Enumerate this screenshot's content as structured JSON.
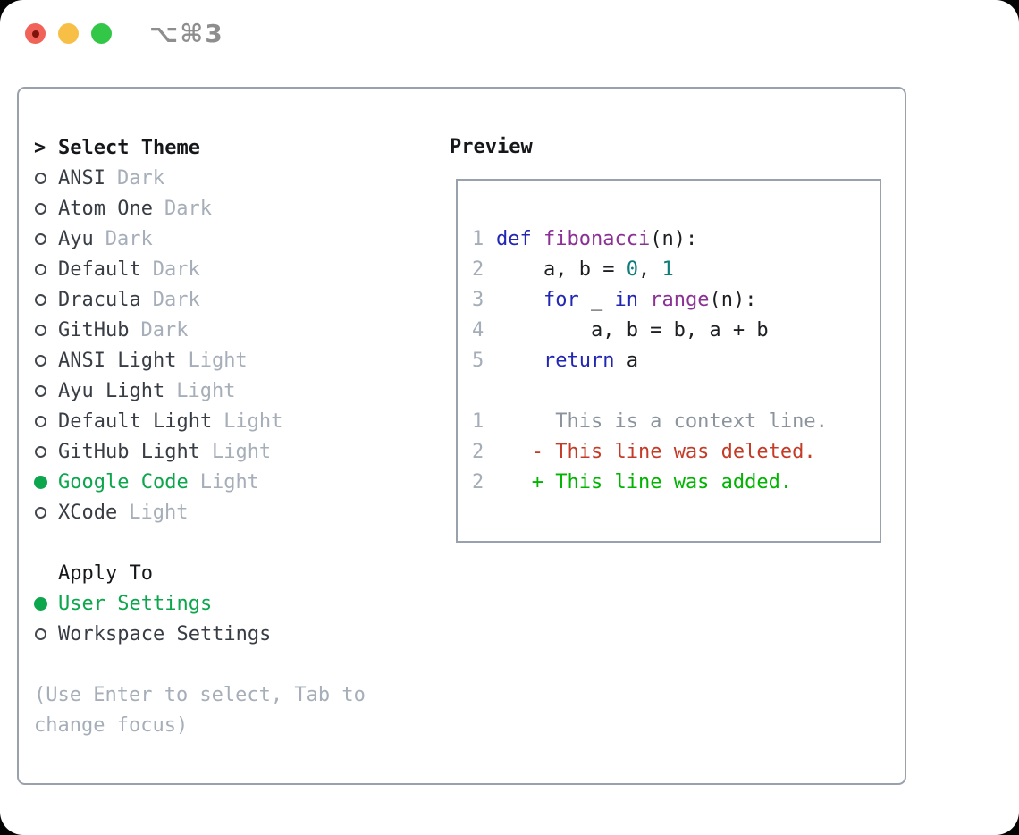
{
  "window": {
    "title": "⌥⌘3"
  },
  "palette": {
    "accent_green": "#0ca64c",
    "keyword_blue": "#2127b4",
    "function_purple": "#8b3094",
    "number_teal": "#0e7c7b",
    "muted_gray": "#a6aeb9",
    "context_gray": "#8b939d",
    "deleted_red": "#c43b28",
    "added_green": "#00b400",
    "text_dark": "#383d45",
    "heading_black": "#15171a",
    "border_gray": "#99a1ad",
    "line_number_gray": "#a4adb8",
    "traffic_red": "#f16359",
    "traffic_yellow": "#f7bf45",
    "traffic_green": "#33c748"
  },
  "theme_picker": {
    "prompt": ">",
    "header": "Select Theme",
    "items": [
      {
        "label": "ANSI",
        "suffix": "Dark",
        "selected": false
      },
      {
        "label": "Atom One",
        "suffix": "Dark",
        "selected": false
      },
      {
        "label": "Ayu",
        "suffix": "Dark",
        "selected": false
      },
      {
        "label": "Default",
        "suffix": "Dark",
        "selected": false
      },
      {
        "label": "Dracula",
        "suffix": "Dark",
        "selected": false
      },
      {
        "label": "GitHub",
        "suffix": "Dark",
        "selected": false
      },
      {
        "label": "ANSI Light",
        "suffix": "Light",
        "selected": false
      },
      {
        "label": "Ayu Light",
        "suffix": "Light",
        "selected": false
      },
      {
        "label": "Default Light",
        "suffix": "Light",
        "selected": false
      },
      {
        "label": "GitHub Light",
        "suffix": "Light",
        "selected": false
      },
      {
        "label": "Google Code",
        "suffix": "Light",
        "selected": true
      },
      {
        "label": "XCode",
        "suffix": "Light",
        "selected": false
      }
    ]
  },
  "apply_to": {
    "header": "Apply To",
    "options": [
      {
        "label": "User Settings",
        "selected": true
      },
      {
        "label": "Workspace Settings",
        "selected": false
      }
    ]
  },
  "help_lines": [
    "(Use Enter to select, Tab to",
    "change focus)"
  ],
  "preview": {
    "title": "Preview",
    "lines": [
      {
        "num": "1",
        "tokens": [
          {
            "t": "def",
            "c": "kw"
          },
          {
            "t": " ",
            "c": "pl"
          },
          {
            "t": "fibonacci",
            "c": "fn"
          },
          {
            "t": "(n):",
            "c": "pl"
          }
        ]
      },
      {
        "num": "2",
        "tokens": [
          {
            "t": "    a, b = ",
            "c": "pl"
          },
          {
            "t": "0",
            "c": "num"
          },
          {
            "t": ", ",
            "c": "pl"
          },
          {
            "t": "1",
            "c": "num"
          }
        ]
      },
      {
        "num": "3",
        "tokens": [
          {
            "t": "    ",
            "c": "pl"
          },
          {
            "t": "for",
            "c": "kw"
          },
          {
            "t": " _ ",
            "c": "pl"
          },
          {
            "t": "in",
            "c": "kw"
          },
          {
            "t": " ",
            "c": "pl"
          },
          {
            "t": "range",
            "c": "fn"
          },
          {
            "t": "(n):",
            "c": "pl"
          }
        ]
      },
      {
        "num": "4",
        "tokens": [
          {
            "t": "        a, b = b, a + b",
            "c": "pl"
          }
        ]
      },
      {
        "num": "5",
        "tokens": [
          {
            "t": "    ",
            "c": "pl"
          },
          {
            "t": "return",
            "c": "kw"
          },
          {
            "t": " a",
            "c": "pl"
          }
        ]
      },
      {
        "num": "",
        "tokens": []
      },
      {
        "num": "1",
        "tokens": [
          {
            "t": "     This is a context line.",
            "c": "ctx"
          }
        ]
      },
      {
        "num": "2",
        "tokens": [
          {
            "t": "   ",
            "c": "pl"
          },
          {
            "t": "- This line was deleted.",
            "c": "del"
          }
        ]
      },
      {
        "num": "2",
        "tokens": [
          {
            "t": "   ",
            "c": "pl"
          },
          {
            "t": "+ This line was added.",
            "c": "add"
          }
        ]
      }
    ]
  }
}
